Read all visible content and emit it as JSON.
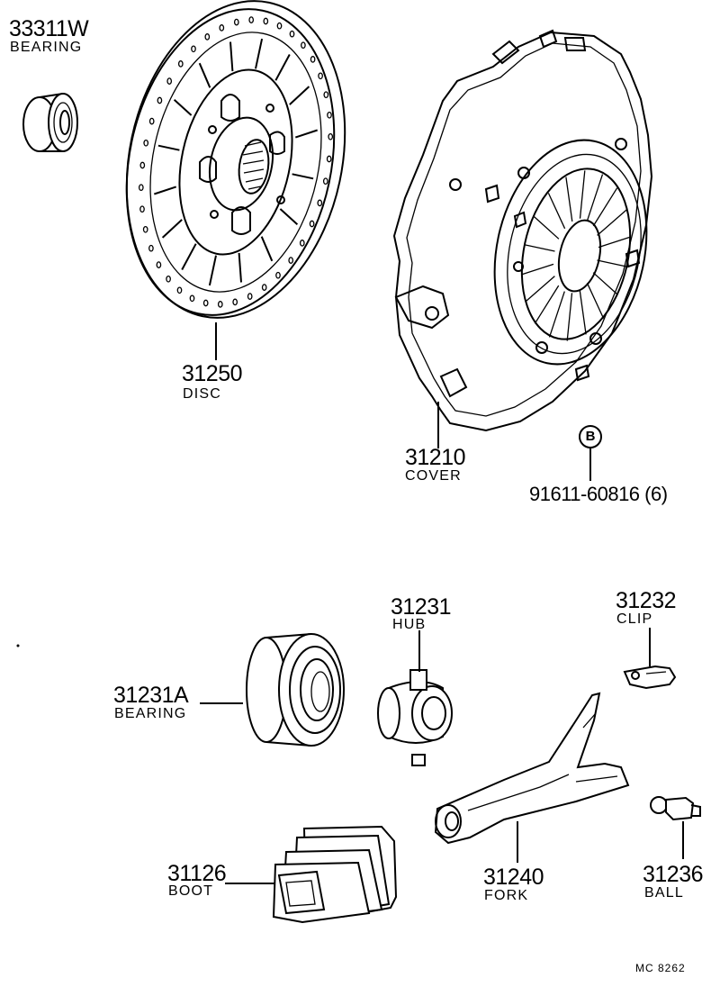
{
  "parts": [
    {
      "id": "bearing-33311w",
      "number": "33311W",
      "name": "BEARING"
    },
    {
      "id": "disc",
      "number": "31250",
      "name": "DISC"
    },
    {
      "id": "cover",
      "number": "31210",
      "name": "COVER"
    },
    {
      "id": "bolt",
      "marker": "B",
      "number": "91611-60816 (6)"
    },
    {
      "id": "hub",
      "number": "31231",
      "name": "HUB"
    },
    {
      "id": "clip",
      "number": "31232",
      "name": "CLIP"
    },
    {
      "id": "release-bearing",
      "number": "31231A",
      "name": "BEARING"
    },
    {
      "id": "boot",
      "number": "31126",
      "name": "BOOT"
    },
    {
      "id": "fork",
      "number": "31240",
      "name": "FORK"
    },
    {
      "id": "ball",
      "number": "31236",
      "name": "BALL"
    }
  ],
  "diagram_code": "MC 8262"
}
